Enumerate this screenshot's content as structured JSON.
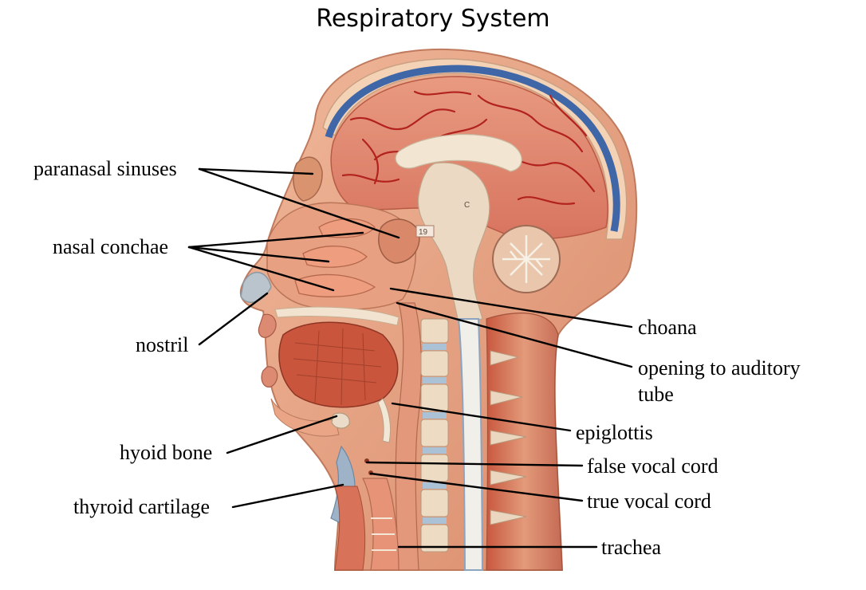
{
  "title": "Respiratory System",
  "labels": {
    "paranasal_sinuses": "paranasal sinuses",
    "nasal_conchae": "nasal conchae",
    "nostril": "nostril",
    "hyoid_bone": "hyoid bone",
    "thyroid_cartilage": "thyroid cartilage",
    "choana": "choana",
    "opening_auditory_line1": "opening to auditory",
    "opening_auditory_line2": "tube",
    "epiglottis": "epiglottis",
    "false_vocal_cord": "false vocal cord",
    "true_vocal_cord": "true vocal cord",
    "trachea": "trachea"
  },
  "model_markers": {
    "sinus_tag": "19",
    "brain_tag": "C"
  },
  "colors": {
    "skin": "#e9a585",
    "muscle": "#c9553c",
    "brain": "#e0826a",
    "vessel": "#b2231e",
    "dura": "#3f67a8",
    "spinal_cord": "#f1efe9",
    "cerebellum_white": "#f4eee2",
    "leader_line": "#000000"
  }
}
